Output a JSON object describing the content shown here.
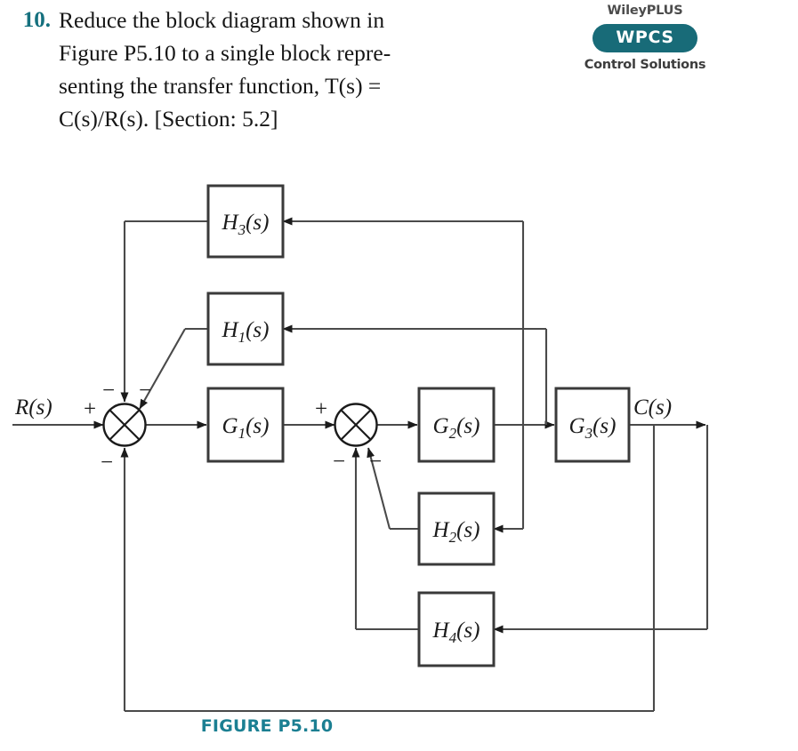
{
  "problem": {
    "number": "10.",
    "lines": [
      "Reduce the block diagram shown in",
      "Figure P5.10 to a single block repre-",
      "senting the transfer function, T(s) =",
      "C(s)/R(s). [Section: 5.2]"
    ],
    "full_text": "10. Reduce the block diagram shown in Figure P5.10 to a single block representing the transfer function, T(s) = C(s)/R(s). [Section: 5.2]"
  },
  "wileyplus": {
    "top_label": "WileyPLUS",
    "pill_label": "WPCS",
    "bottom_label": "Control Solutions",
    "pill_color": "#186b78"
  },
  "figure": {
    "caption": "FIGURE P5.10",
    "caption_color": "#1b7f92",
    "input_label": "R(s)",
    "output_label": "C(s)",
    "blocks": [
      {
        "id": "H3",
        "label": "H₃(s)",
        "base": "H",
        "sub": "3",
        "suffix": "(s)"
      },
      {
        "id": "H1",
        "label": "H₁(s)",
        "base": "H",
        "sub": "1",
        "suffix": "(s)"
      },
      {
        "id": "G1",
        "label": "G₁(s)",
        "base": "G",
        "sub": "1",
        "suffix": "(s)"
      },
      {
        "id": "G2",
        "label": "G₂(s)",
        "base": "G",
        "sub": "2",
        "suffix": "(s)"
      },
      {
        "id": "G3",
        "label": "G₃(s)",
        "base": "G",
        "sub": "3",
        "suffix": "(s)"
      },
      {
        "id": "H2",
        "label": "H₂(s)",
        "base": "H",
        "sub": "2",
        "suffix": "(s)"
      },
      {
        "id": "H4",
        "label": "H₄(s)",
        "base": "H",
        "sub": "4",
        "suffix": "(s)"
      }
    ],
    "summing_junctions": [
      {
        "id": "SJ1",
        "signs": [
          "+",
          "−",
          "−",
          "−"
        ]
      },
      {
        "id": "SJ2",
        "signs": [
          "+",
          "−",
          "−"
        ]
      }
    ],
    "signs": {
      "plus": "+",
      "minus": "−"
    }
  }
}
